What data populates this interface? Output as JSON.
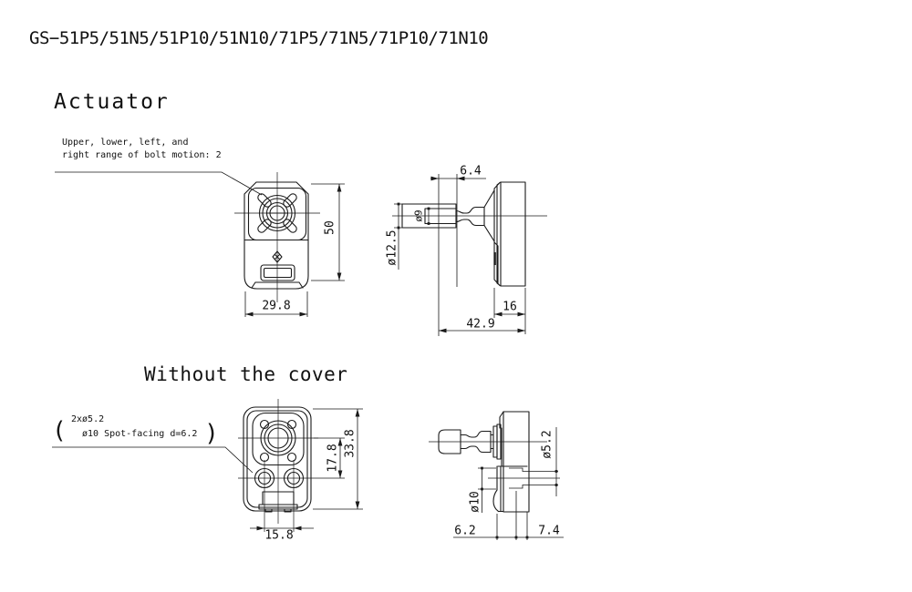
{
  "title": "GS−51P5/51N5/51P10/51N10/71P5/71N5/71P10/71N10",
  "colors": {
    "line": "#1a1a1a",
    "background": "#ffffff"
  },
  "actuator": {
    "heading": "Actuator",
    "note": {
      "line1": "Upper, lower, left, and",
      "line2": "right range of bolt motion: 2"
    },
    "front": {
      "height": "50",
      "width": "29.8"
    },
    "side": {
      "protrusion": "6.4",
      "shaft_dia": "ø9",
      "knob_dia": "ø12.5",
      "depth": "16",
      "length": "42.9"
    }
  },
  "without_cover": {
    "heading": "Without the cover",
    "note": {
      "open": "(",
      "line1": "2xø5.2",
      "line2": "ø10 Spot-facing d=6.2",
      "close": ")"
    },
    "front": {
      "height": "33.8",
      "center_offset": "17.8",
      "hole_pitch": "15.8"
    },
    "side": {
      "hole_dia": "ø5.2",
      "spotface_dia": "ø10",
      "front_offset": "6.2",
      "rear_offset": "7.4"
    }
  }
}
